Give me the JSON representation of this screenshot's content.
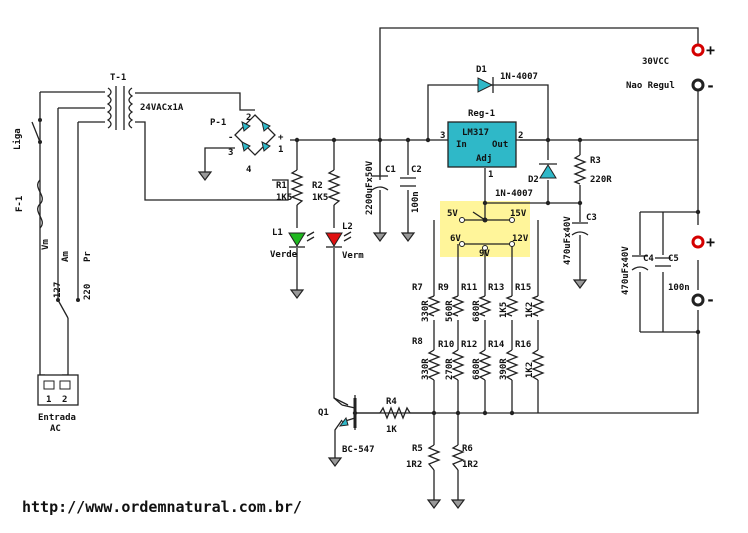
{
  "labels": {
    "transformer": "T-1",
    "transformer_rating": "24VACx1A",
    "switch": "Liga",
    "fuse": "F-1",
    "wire_vm": "Vm",
    "wire_am": "Am",
    "wire_pr": "Pr",
    "tap_127": "127",
    "tap_220": "220",
    "connector_pin1": "1",
    "connector_pin2": "2",
    "input_line1": "Entrada",
    "input_line2": "AC",
    "bridge": "P-1",
    "bridge_pin_plus": "+",
    "bridge_pin_minus": "-",
    "bridge_pin_1": "1",
    "bridge_pin_2": "2",
    "bridge_pin_3": "3",
    "bridge_pin_4": "4",
    "r1": "R1",
    "r1_val": "1K5",
    "r2": "R2",
    "r2_val": "1K5",
    "l1": "L1",
    "l1_color": "Verde",
    "l2": "L2",
    "l2_color": "Verm",
    "c1": "C1",
    "c1_val": "2200uFx50V",
    "c2": "C2",
    "c2_val": "100n",
    "d1": "D1",
    "d1_val": "1N-4007",
    "reg_name": "Reg-1",
    "reg_part": "LM317",
    "reg_in": "In",
    "reg_out": "Out",
    "reg_adj": "Adj",
    "reg_pin3": "3",
    "reg_pin2": "2",
    "reg_pin1": "1",
    "d2": "D2",
    "d2_val": "1N-4007",
    "r3": "R3",
    "r3_val": "220R",
    "c3": "C3",
    "c3_val": "470uFx40V",
    "c4": "C4",
    "c4_val": "470uFx40V",
    "c5": "C5",
    "c5_val": "100n",
    "out_30v": "30VCC",
    "out_30v_sub": "Nao Regul",
    "plus": "+",
    "minus": "-",
    "sel_5v": "5V",
    "sel_15v": "15V",
    "sel_6v": "6V",
    "sel_12v": "12V",
    "sel_9v": "9V",
    "r7": "R7",
    "r7_val": "330R",
    "r9": "R9",
    "r9_val": "560R",
    "r11": "R11",
    "r11_val": "680R",
    "r13": "R13",
    "r13_val": "1K5",
    "r15": "R15",
    "r15_val": "1K2",
    "r8": "R8",
    "r8_val": "330R",
    "r10": "R10",
    "r10_val": "270R",
    "r12": "R12",
    "r12_val": "680R",
    "r14": "R14",
    "r14_val": "390R",
    "r16": "R16",
    "r16_val": "1K2",
    "q1": "Q1",
    "q1_val": "BC-547",
    "r4": "R4",
    "r4_val": "1K",
    "r5": "R5",
    "r5_val": "1R2",
    "r6": "R6",
    "r6_val": "1R2",
    "url": "http://www.ordemnatural.com.br/"
  },
  "colors": {
    "led_green": "#1fb81f",
    "led_red": "#e01010",
    "diode_fill": "#2fb8c8",
    "regulator_fill": "#2fb8c8",
    "selector_highlight": "#fff59a",
    "terminal_red": "#d40000"
  }
}
